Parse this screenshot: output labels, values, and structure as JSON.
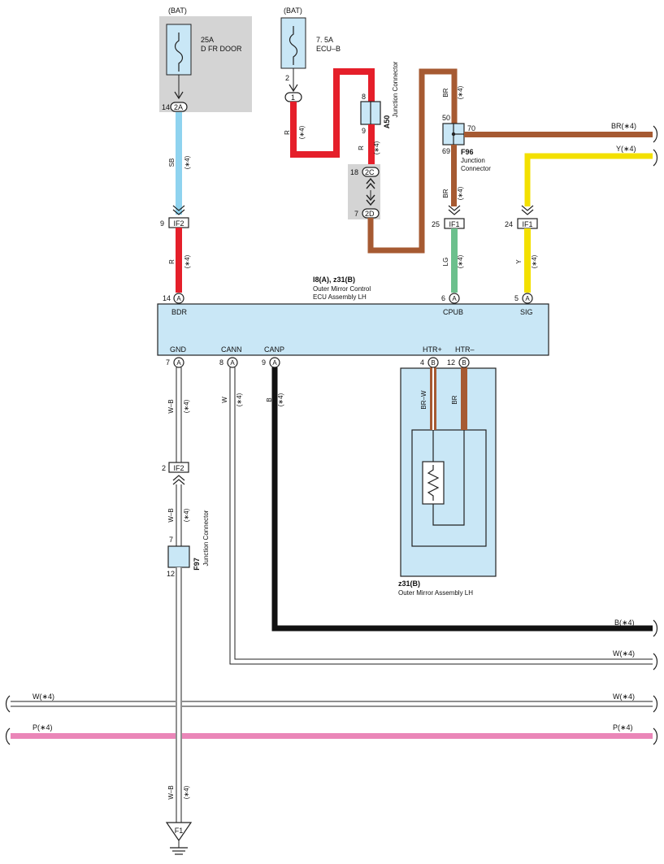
{
  "colors": {
    "sb": "#8fd3ef",
    "r": "#e51f2a",
    "br": "#a65a32",
    "lg": "#6cc08d",
    "y": "#f3e000",
    "p": "#ea86b8",
    "b": "#111111",
    "box_fill": "#c9e7f6",
    "gray_fill": "#d4d4d4"
  },
  "fuse1": {
    "source": "(BAT)",
    "rating": "25A",
    "name": "D FR DOOR",
    "pin": "14",
    "connector": "2A"
  },
  "fuse2": {
    "source": "(BAT)",
    "rating": "7. 5A",
    "name": "ECU–B",
    "pin": "2",
    "connector": "1"
  },
  "jc2": {
    "top_pin": "18",
    "top_conn": "2C",
    "bot_pin": "7",
    "bot_conn": "2D"
  },
  "a50": {
    "id": "A50",
    "label": "Junction Connector",
    "pin_top": "8",
    "pin_bot": "9"
  },
  "f96": {
    "id": "F96",
    "label1": "Junction",
    "label2": "Connector",
    "pin_top": "50",
    "pin_right": "70",
    "pin_bot": "69"
  },
  "f97": {
    "id": "F97",
    "label": "Junction Connector",
    "pin_top": "7",
    "pin_bot": "12"
  },
  "wires": {
    "sb": "SB",
    "r": "R",
    "br": "BR",
    "lg": "LG",
    "y": "Y",
    "wb": "W–B",
    "w": "W",
    "b": "B",
    "brw": "BR–W",
    "star": "(∗4)"
  },
  "if_connectors": {
    "if2_top": {
      "pin": "9",
      "name": "IF2"
    },
    "if1_left": {
      "pin": "25",
      "name": "IF1"
    },
    "if1_right": {
      "pin": "24",
      "name": "IF1"
    },
    "if2_bot": {
      "pin": "2",
      "name": "IF2"
    }
  },
  "ecu": {
    "title": "I8(A), z31(B)",
    "line1": "Outer Mirror Control",
    "line2": "ECU Assembly LH",
    "terminals": {
      "bdr": {
        "name": "BDR",
        "pin": "14",
        "conn": "A"
      },
      "cpub": {
        "name": "CPUB",
        "pin": "6",
        "conn": "A"
      },
      "sig": {
        "name": "SIG",
        "pin": "5",
        "conn": "A"
      },
      "gnd": {
        "name": "GND",
        "pin": "7",
        "conn": "A"
      },
      "cann": {
        "name": "CANN",
        "pin": "8",
        "conn": "A"
      },
      "canp": {
        "name": "CANP",
        "pin": "9",
        "conn": "A"
      },
      "htrp": {
        "name": "HTR+",
        "pin": "4",
        "conn": "B"
      },
      "htrm": {
        "name": "HTR–",
        "pin": "12",
        "conn": "B"
      }
    }
  },
  "mirror": {
    "id": "z31(B)",
    "label": "Outer Mirror Assembly LH"
  },
  "ground": {
    "name": "F1"
  },
  "right_labels": {
    "br": "BR(∗4)",
    "y": "Y(∗4)",
    "b": "B(∗4)",
    "w_upper": "W(∗4)",
    "w_right": "W(∗4)",
    "p_right": "P(∗4)"
  },
  "left_labels": {
    "w": "W(∗4)",
    "p": "P(∗4)"
  }
}
